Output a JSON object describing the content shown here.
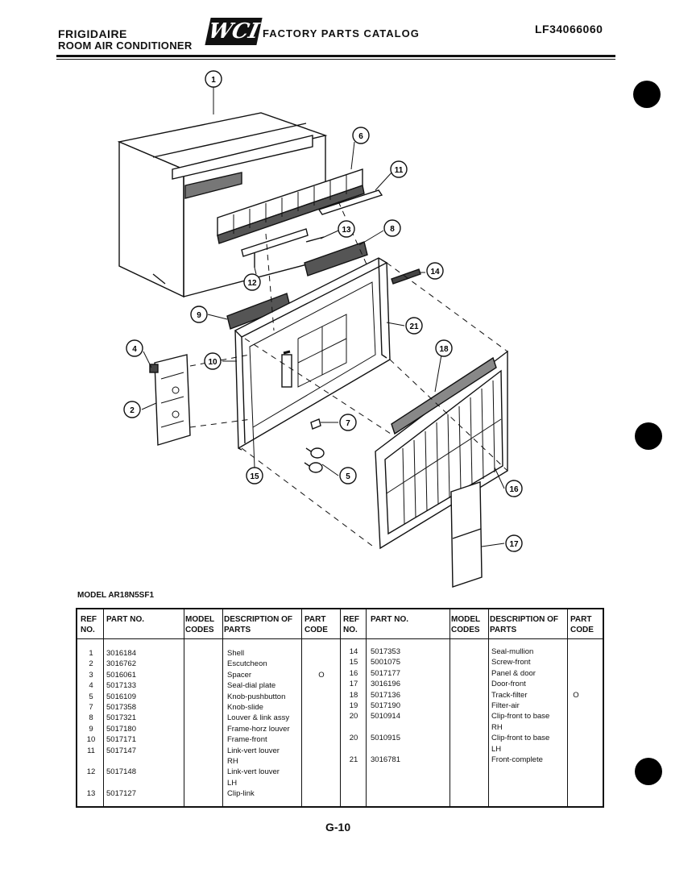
{
  "header": {
    "brand_line1": "FRIGIDAIRE",
    "brand_line2": "ROOM AIR CONDITIONER",
    "logo": "WCI",
    "catalog_title": "FACTORY PARTS CATALOG",
    "catalog_number": "LF34066060"
  },
  "callouts": [
    "1",
    "6",
    "11",
    "13",
    "8",
    "12",
    "14",
    "9",
    "21",
    "4",
    "10",
    "18",
    "2",
    "7",
    "15",
    "5",
    "16",
    "17"
  ],
  "model_line": "MODEL AR18N5SF1",
  "table": {
    "headers": {
      "ref": "REF NO.",
      "part": "PART NO.",
      "model": "MODEL CODES",
      "desc": "DESCRIPTION OF PARTS",
      "code": "PART CODE"
    },
    "left_rows": [
      {
        "ref": "1",
        "part": "3016184",
        "desc": "Shell",
        "code": ""
      },
      {
        "ref": "2",
        "part": "3016762",
        "desc": "Escutcheon",
        "code": ""
      },
      {
        "ref": "3",
        "part": "5016061",
        "desc": "Spacer",
        "code": "O"
      },
      {
        "ref": "4",
        "part": "5017133",
        "desc": "Seal-dial plate",
        "code": ""
      },
      {
        "ref": "5",
        "part": "5016109",
        "desc": "Knob-pushbutton",
        "code": ""
      },
      {
        "ref": "7",
        "part": "5017358",
        "desc": "Knob-slide",
        "code": ""
      },
      {
        "ref": "8",
        "part": "5017321",
        "desc": "Louver & link assy",
        "code": ""
      },
      {
        "ref": "9",
        "part": "5017180",
        "desc": "Frame-horz louver",
        "code": ""
      },
      {
        "ref": "10",
        "part": "5017171",
        "desc": "Frame-front",
        "code": ""
      },
      {
        "ref": "11",
        "part": "5017147",
        "desc": "Link-vert louver",
        "code": ""
      },
      {
        "ref": "",
        "part": "",
        "desc": "RH",
        "code": ""
      },
      {
        "ref": "12",
        "part": "5017148",
        "desc": "Link-vert louver",
        "code": ""
      },
      {
        "ref": "",
        "part": "",
        "desc": "LH",
        "code": ""
      },
      {
        "ref": "13",
        "part": "5017127",
        "desc": "Clip-link",
        "code": ""
      }
    ],
    "right_rows": [
      {
        "ref": "14",
        "part": "5017353",
        "desc": "Seal-mullion",
        "code": ""
      },
      {
        "ref": "15",
        "part": "5001075",
        "desc": "Screw-front",
        "code": ""
      },
      {
        "ref": "16",
        "part": "5017177",
        "desc": "Panel & door",
        "code": ""
      },
      {
        "ref": "17",
        "part": "3016196",
        "desc": "Door-front",
        "code": ""
      },
      {
        "ref": "18",
        "part": "5017136",
        "desc": "Track-filter",
        "code": "O"
      },
      {
        "ref": "19",
        "part": "5017190",
        "desc": "Filter-air",
        "code": ""
      },
      {
        "ref": "20",
        "part": "5010914",
        "desc": "Clip-front to base",
        "code": ""
      },
      {
        "ref": "",
        "part": "",
        "desc": "RH",
        "code": ""
      },
      {
        "ref": "20",
        "part": "5010915",
        "desc": "Clip-front to base",
        "code": ""
      },
      {
        "ref": "",
        "part": "",
        "desc": "LH",
        "code": ""
      },
      {
        "ref": "21",
        "part": "3016781",
        "desc": "Front-complete",
        "code": ""
      }
    ]
  },
  "page_number": "G-10"
}
